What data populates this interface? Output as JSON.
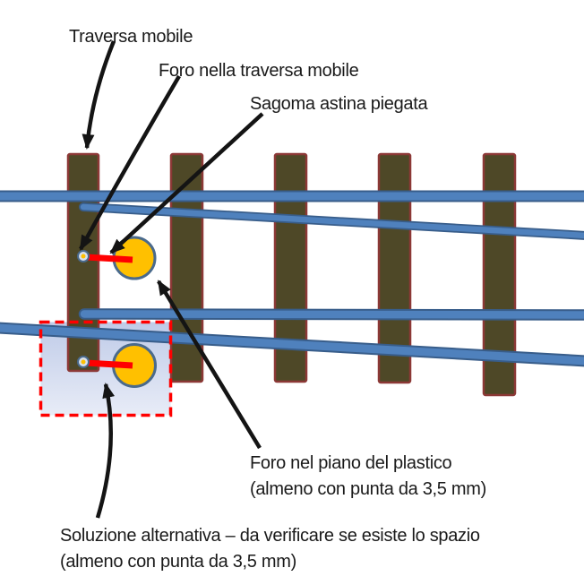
{
  "labels": {
    "traversa_mobile": "Traversa mobile",
    "foro_traversa": "Foro nella traversa mobile",
    "sagoma_astina": "Sagoma astina piegata",
    "foro_piano_line1": "Foro nel piano del plastico",
    "foro_piano_line2": "(almeno con punta da 3,5 mm)",
    "soluzione_line1": "Soluzione alternativa – da verificare se esiste lo spazio",
    "soluzione_line2": "(almeno con punta da 3,5 mm)"
  },
  "diagram": {
    "sleeper_count": 5,
    "track_count": 2,
    "hole_count": 2,
    "drill_bit_min": "3,5 mm"
  },
  "colors": {
    "background": "#FFFFFF",
    "text": "#1A1A1A",
    "rail_fill": "#4F81BD",
    "rail_border": "#385D8A",
    "sleeper_fill": "#4E4827",
    "sleeper_border": "#8C3836",
    "hole_fill": "#FFC000",
    "hole_border": "#4A6A8C",
    "pivot_inner": "#D9E0EC",
    "rod_red": "#FF0000",
    "dash_red": "#FF0000",
    "alt_area_top": "#BFCBE8",
    "alt_area_bottom": "#E8ECF7",
    "arrow_black": "#141414"
  }
}
